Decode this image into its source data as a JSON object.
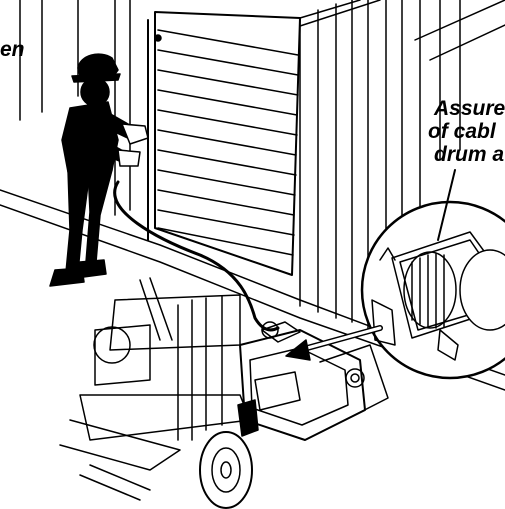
{
  "labels": {
    "left_fragment": "en",
    "right_line1": "Assure",
    "right_line2": "of cabl",
    "right_line3": "drum a"
  },
  "colors": {
    "ink": "#000000",
    "paper": "#ffffff"
  },
  "icons": [
    "worker-figure",
    "shutter-door",
    "winch-unit",
    "magnified-drum-detail",
    "pointer-arrow"
  ]
}
